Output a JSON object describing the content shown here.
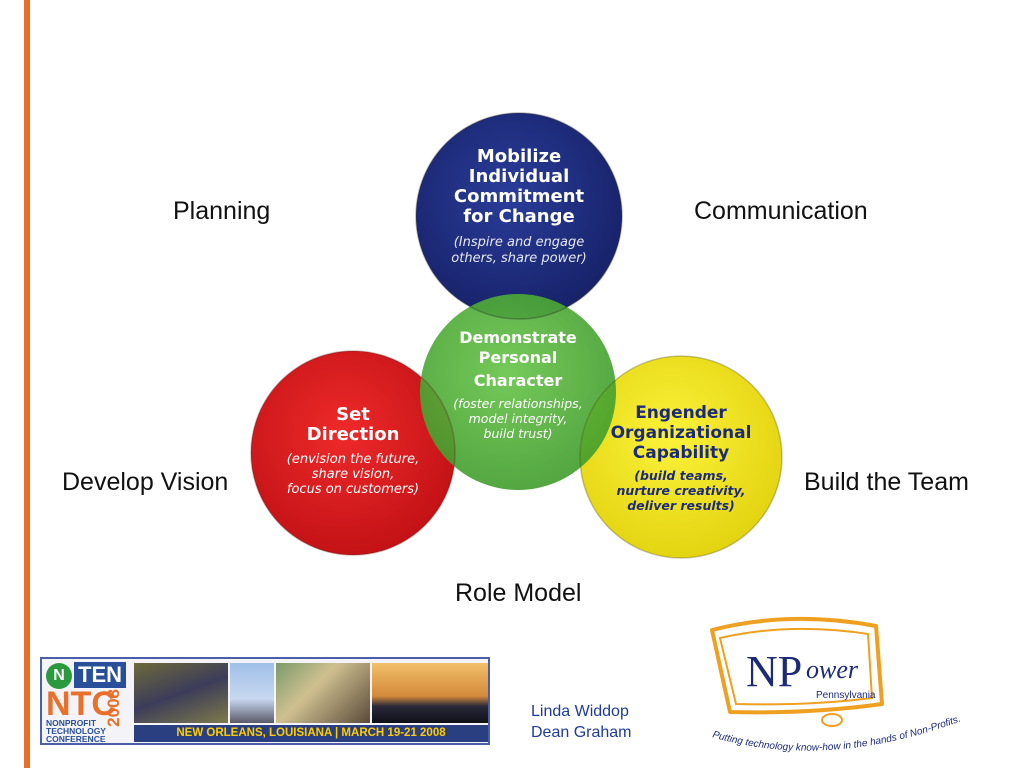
{
  "labels": {
    "planning": "Planning",
    "communication": "Communication",
    "develop_vision": "Develop Vision",
    "build_team": "Build the Team",
    "role_model": "Role Model"
  },
  "circles": {
    "mobilize": {
      "title": [
        "Mobilize",
        "Individual",
        "Commitment",
        "for Change"
      ],
      "sub": [
        "(Inspire and engage",
        "others, share power)"
      ],
      "color": "#1c2a7a"
    },
    "character": {
      "title": [
        "Demonstrate",
        "Personal",
        "Character"
      ],
      "sub": [
        "(foster relationships,",
        "model integrity,",
        "build trust)"
      ],
      "color": "#56b83a"
    },
    "direction": {
      "title": [
        "Set",
        "Direction"
      ],
      "sub": [
        "(envision the future,",
        "share vision,",
        "focus on customers)"
      ],
      "color": "#e3161b"
    },
    "capability": {
      "title": [
        "Engender",
        "Organizational",
        "Capability"
      ],
      "sub": [
        "(build teams,",
        "nurture creativity,",
        "deliver results)"
      ],
      "color": "#f2e61a"
    }
  },
  "banner": {
    "badge": "N",
    "ten": "TEN",
    "ntc": "NTC",
    "year": "2008",
    "lines": [
      "NONPROFIT",
      "TECHNOLOGY",
      "CONFERENCE"
    ],
    "caption": "NEW ORLEANS, LOUISIANA  |  MARCH 19-21 2008"
  },
  "authors": [
    "Linda Widdop",
    "Dean Graham"
  ],
  "npower": {
    "np": "NP",
    "ower": "ower",
    "state": "Pennsylvania",
    "tagline": "Putting technology know-how in the hands of Non-Profits."
  },
  "colors": {
    "accent": "#e8702a",
    "navy": "#1c2a7a",
    "author_text": "#1f3a9a"
  }
}
